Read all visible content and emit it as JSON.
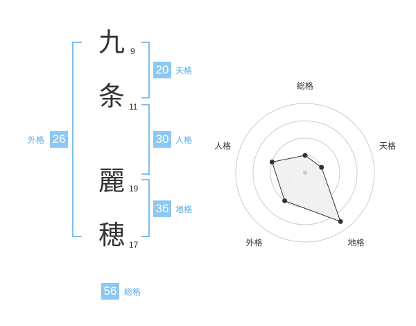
{
  "name": {
    "chars": [
      {
        "char": "九",
        "strokes": "9"
      },
      {
        "char": "条",
        "strokes": "11"
      },
      {
        "char": "麗",
        "strokes": "19"
      },
      {
        "char": "穂",
        "strokes": "17"
      }
    ]
  },
  "fortune": {
    "tenkaku": {
      "value": "20",
      "label": "天格"
    },
    "jinkaku": {
      "value": "30",
      "label": "人格"
    },
    "chikaku": {
      "value": "36",
      "label": "地格"
    },
    "gaikaku": {
      "value": "26",
      "label": "外格"
    },
    "soukaku": {
      "value": "56",
      "label": "総格"
    }
  },
  "chart_data": {
    "type": "radar",
    "axes": [
      "総格",
      "天格",
      "地格",
      "外格",
      "人格"
    ],
    "values": [
      0.25,
      0.25,
      0.87,
      0.5,
      0.5
    ],
    "rings": 4,
    "colors": {
      "ring": "#cccccc",
      "fill": "#eeeeee",
      "line": "#333333",
      "center": "#cccccc"
    }
  },
  "colors": {
    "accent": "#8cc8f3",
    "label": "#5aaee8",
    "bracket": "#7cc0ee"
  }
}
